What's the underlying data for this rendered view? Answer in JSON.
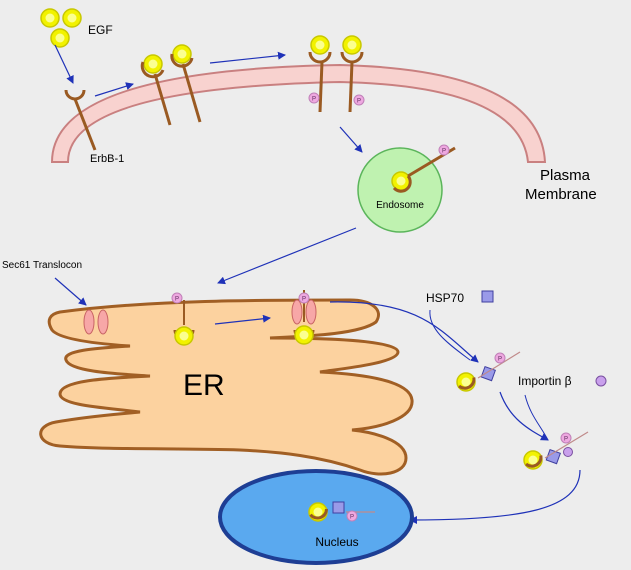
{
  "labels": {
    "egf": "EGF",
    "erbb1": "ErbB-1",
    "plasma_membrane_line1": "Plasma",
    "plasma_membrane_line2": "Membrane",
    "endosome": "Endosome",
    "sec61": "Sec61 Translocon",
    "er": "ER",
    "hsp70": "HSP70",
    "importin": "Importin β",
    "nucleus": "Nucleus",
    "phospho": "P"
  },
  "colors": {
    "background": "#ededed",
    "membrane_fill": "#f8d2cf",
    "membrane_stroke": "#c98080",
    "receptor": "#9a5a22",
    "egf_fill": "#f2f200",
    "egf_stroke": "#c8c800",
    "endosome_fill": "#bff2b0",
    "endosome_stroke": "#5bb55b",
    "er_fill": "#fcd29f",
    "er_stroke": "#a15f24",
    "translocon_fill": "#f7a7a7",
    "translocon_stroke": "#c86464",
    "phospho_fill": "#eea8e0",
    "hsp70_fill": "#9a9ae8",
    "importin_fill": "#c9a0ec",
    "nucleus_fill": "#5aa9ef",
    "nucleus_stroke": "#1e3e94",
    "arrow": "#1f32b8"
  }
}
